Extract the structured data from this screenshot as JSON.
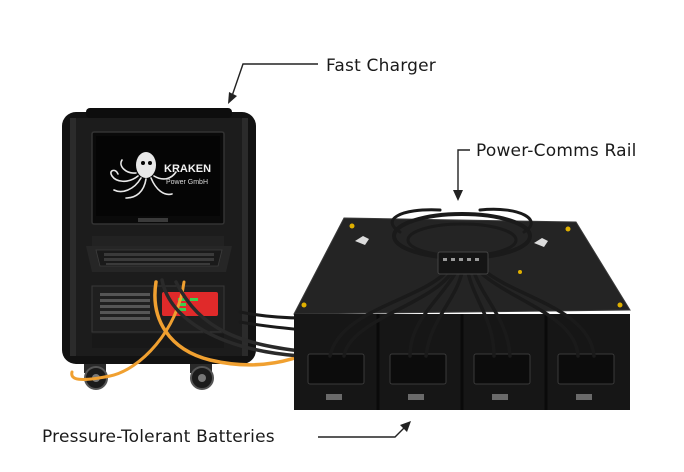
{
  "labels": {
    "fast_charger": "Fast Charger",
    "power_comms_rail": "Power-Comms Rail",
    "pressure_tolerant_batteries": "Pressure-Tolerant Batteries"
  },
  "logo": {
    "brand": "KRAKEN",
    "subtitle": "Power GmbH"
  },
  "colors": {
    "case": "#161616",
    "battery": "#1e1e1e",
    "cable_orange": "#f0a030",
    "charger_red": "#e02a2a",
    "led_green": "#3ccf4e"
  }
}
